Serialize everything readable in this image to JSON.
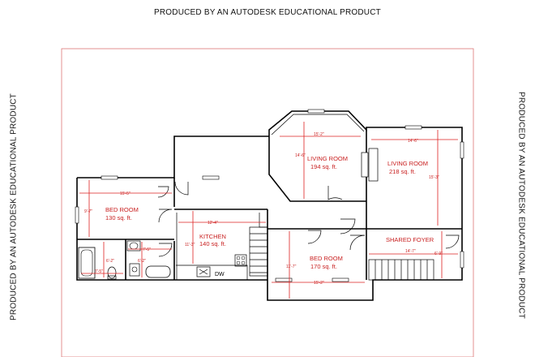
{
  "watermark": "PRODUCED BY AN AUTODESK EDUCATIONAL PRODUCT",
  "rooms": {
    "living_room_1": {
      "name": "LIVING ROOM",
      "area": "194 sq. ft."
    },
    "living_room_2": {
      "name": "LIVING ROOM",
      "area": "218 sq. ft."
    },
    "bed_room_1": {
      "name": "BED ROOM",
      "area": "130 sq. ft."
    },
    "kitchen": {
      "name": "KITCHEN",
      "area": "140 sq. ft."
    },
    "bed_room_2": {
      "name": "BED ROOM",
      "area": "170 sq. ft."
    },
    "shared_foyer": {
      "name": "SHARED FOYER"
    }
  },
  "appliance": {
    "dw": "DW"
  },
  "dimensions": {
    "lr1_width": "15'-2\"",
    "lr1_depth": "14'-6\"",
    "lr2_width": "14'-6\"",
    "lr2_depth": "15'-3\"",
    "br1_width": "15'-5\"",
    "br1_depth": "9'-7\"",
    "kitchen_width": "12'-4\"",
    "kitchen_depth": "11'-3\"",
    "br2_width": "15'-2\"",
    "br2_depth": "11'-7\"",
    "foyer_width": "14'-7\"",
    "foyer_depth": "6'-9\"",
    "bath_width": "7'-5\"",
    "bath_depth": "6'-2\"",
    "closet_width": "7'-5\"",
    "closet_depth": "6'-2\""
  }
}
